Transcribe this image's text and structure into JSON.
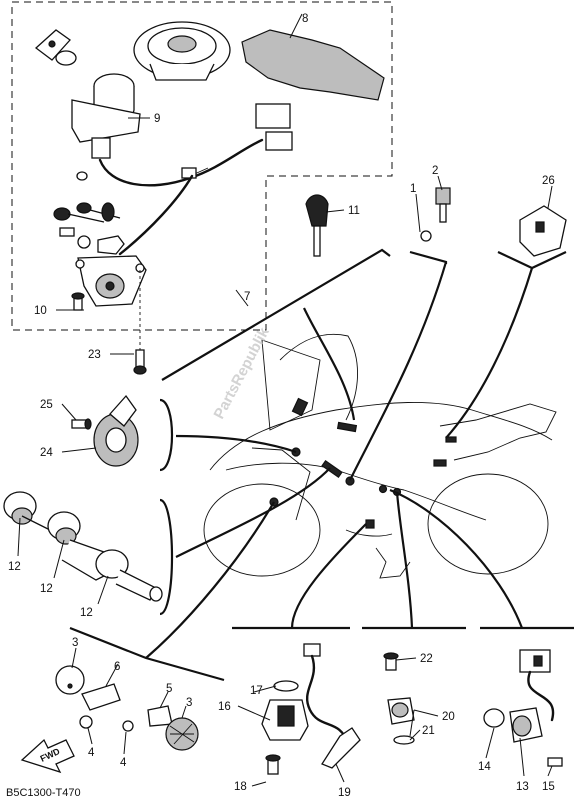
{
  "watermark": "PartsRepublik",
  "diagram_code": "B5C1300-T470",
  "fwd_label": "FWD",
  "callouts": {
    "c1": "1",
    "c2": "2",
    "c3a": "3",
    "c3b": "3",
    "c4a": "4",
    "c4b": "4",
    "c5": "5",
    "c6": "6",
    "c7": "7",
    "c8": "8",
    "c9": "9",
    "c10": "10",
    "c11": "11",
    "c12a": "12",
    "c12b": "12",
    "c12c": "12",
    "c13": "13",
    "c14": "14",
    "c15": "15",
    "c16": "16",
    "c17": "17",
    "c18": "18",
    "c19": "19",
    "c20": "20",
    "c21": "21",
    "c22": "22",
    "c23": "23",
    "c24": "24",
    "c25": "25",
    "c26": "26"
  }
}
